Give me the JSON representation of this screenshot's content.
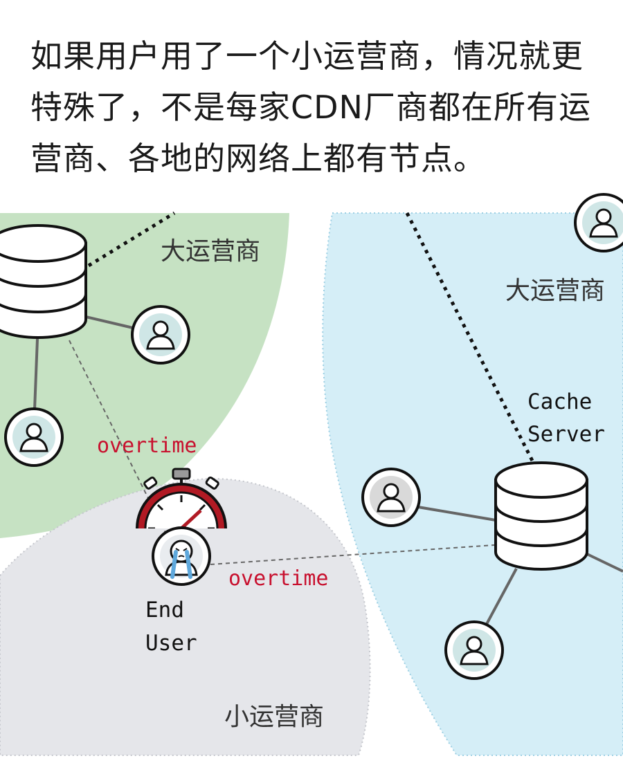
{
  "caption": "如果用户用了一个小运营商，情况就更特殊了，不是每家CDN厂商都在所有运营商、各地的网络上都有节点。",
  "regions": {
    "green": "大运营商",
    "blue": "大运营商",
    "gray": "小运营商"
  },
  "labels": {
    "cache_line1": "Cache",
    "cache_line2": "Server",
    "end_line1": "End",
    "end_line2": "User",
    "overtime_top": "overtime",
    "overtime_bottom": "overtime"
  },
  "colors": {
    "green_region": "#c6e2c3",
    "blue_region": "#d5eef7",
    "gray_region": "#e5e6ea",
    "warning_text": "#c8102e",
    "stopwatch": "#b11a24"
  }
}
